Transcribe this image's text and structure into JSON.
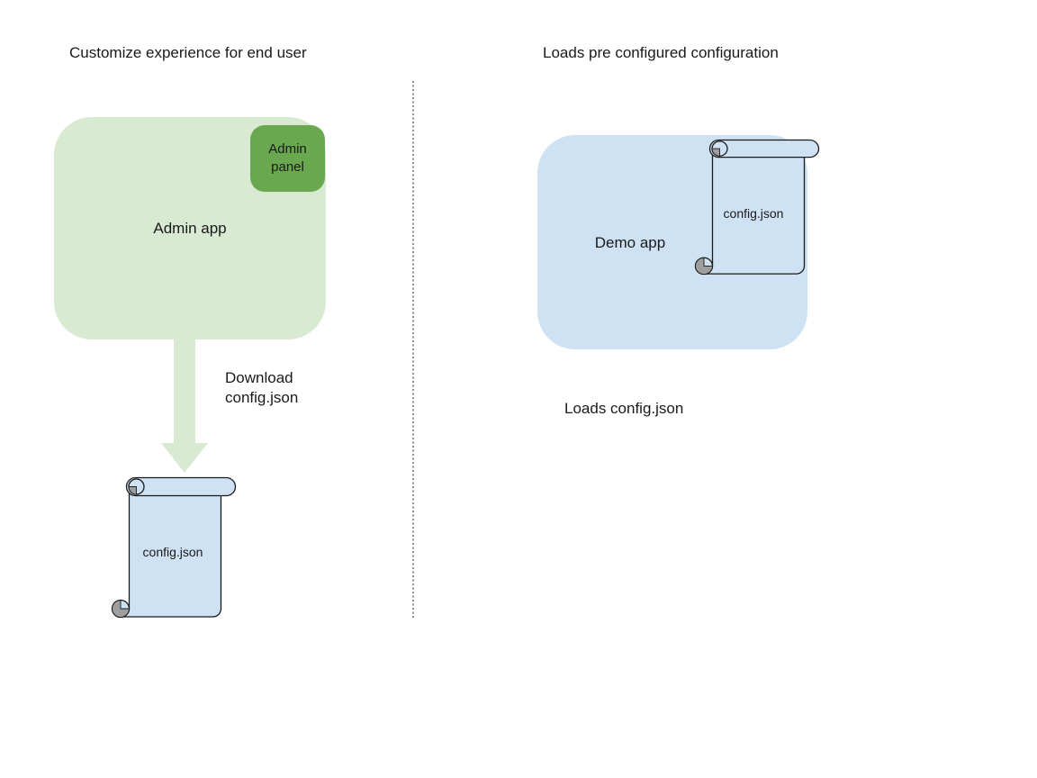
{
  "left": {
    "title": "Customize experience for end user",
    "admin_app_label": "Admin app",
    "admin_panel_label": "Admin panel",
    "arrow_caption": "Download\nconfig.json",
    "file_label": "config.json"
  },
  "right": {
    "title": "Loads pre configured configuration",
    "demo_app_label": "Demo app",
    "file_label": "config.json",
    "caption": "Loads config.json"
  },
  "colors": {
    "light_green": "#d9ead3",
    "green": "#6aa84f",
    "light_blue": "#cfe2f3",
    "scroll_curl_gray": "#9e9e9e",
    "outline": "#1a1a1a",
    "divider_gray": "#8f8f8f"
  }
}
